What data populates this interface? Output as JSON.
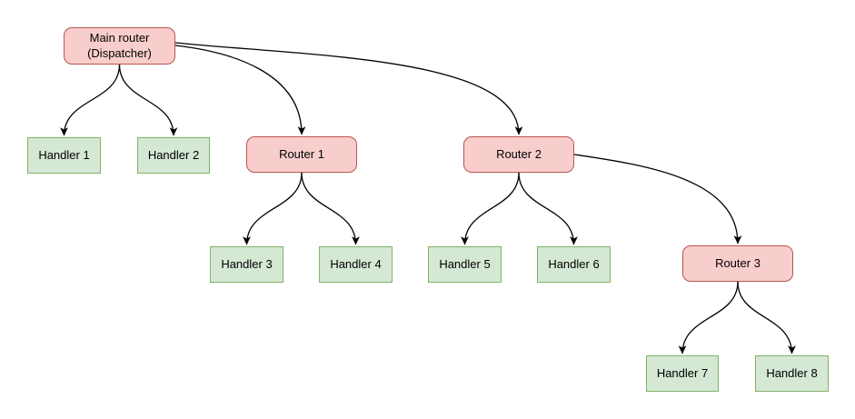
{
  "diagram": {
    "colors": {
      "canvas_bg": "#ffffff",
      "router_fill": "#f8cecc",
      "router_border": "#b85450",
      "handler_fill": "#d5e8d4",
      "handler_border": "#82b366",
      "edge": "#000000"
    },
    "nodes": {
      "main": {
        "type": "router",
        "line1": "Main router",
        "line2": "(Dispatcher)"
      },
      "handler1": {
        "type": "handler",
        "label": "Handler 1"
      },
      "handler2": {
        "type": "handler",
        "label": "Handler 2"
      },
      "router1": {
        "type": "router",
        "label": "Router 1"
      },
      "router2": {
        "type": "router",
        "label": "Router 2"
      },
      "handler3": {
        "type": "handler",
        "label": "Handler 3"
      },
      "handler4": {
        "type": "handler",
        "label": "Handler 4"
      },
      "handler5": {
        "type": "handler",
        "label": "Handler 5"
      },
      "handler6": {
        "type": "handler",
        "label": "Handler 6"
      },
      "router3": {
        "type": "router",
        "label": "Router 3"
      },
      "handler7": {
        "type": "handler",
        "label": "Handler 7"
      },
      "handler8": {
        "type": "handler",
        "label": "Handler 8"
      }
    },
    "edges": [
      {
        "from": "main",
        "to": "handler1"
      },
      {
        "from": "main",
        "to": "handler2"
      },
      {
        "from": "main",
        "to": "router1"
      },
      {
        "from": "main",
        "to": "router2"
      },
      {
        "from": "router1",
        "to": "handler3"
      },
      {
        "from": "router1",
        "to": "handler4"
      },
      {
        "from": "router2",
        "to": "handler5"
      },
      {
        "from": "router2",
        "to": "handler6"
      },
      {
        "from": "router2",
        "to": "router3"
      },
      {
        "from": "router3",
        "to": "handler7"
      },
      {
        "from": "router3",
        "to": "handler8"
      }
    ]
  }
}
